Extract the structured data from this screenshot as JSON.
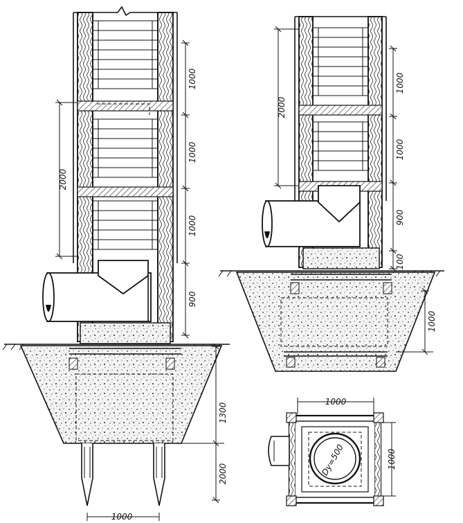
{
  "left_section": {
    "dim_step_1": "1000",
    "dim_step_2": "1000",
    "dim_step_3": "1000",
    "dim_pipe": "900",
    "dim_total": "2000",
    "dim_footing": "1300",
    "dim_pile": "2000",
    "dim_bottom_width": "1000"
  },
  "right_section": {
    "dim_step_1": "1000",
    "dim_step_2": "1000",
    "dim_pipe": "900",
    "dim_base": "100",
    "dim_total": "2000",
    "dim_footing": "1000"
  },
  "plan_view": {
    "dim_width": "1000",
    "dim_height": "1000",
    "pipe_label": "Dy=500"
  }
}
